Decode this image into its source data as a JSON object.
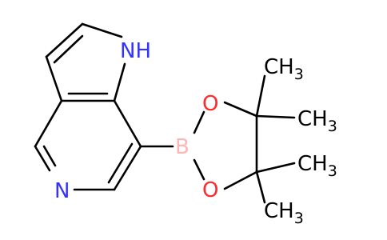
{
  "molecule": {
    "atoms": {
      "nh": "NH",
      "n_ring": "N",
      "boron": "B",
      "o_top": "O",
      "o_bottom": "O",
      "ch3_1": "CH",
      "ch3_2": "CH",
      "ch3_3": "CH",
      "ch3_4": "CH",
      "sub": "3"
    },
    "colors": {
      "bond": "#000000",
      "nitrogen": "#3333ff",
      "oxygen": "#ff2a2a",
      "boron": "#ffb5b5",
      "carbon_label": "#000000"
    }
  }
}
